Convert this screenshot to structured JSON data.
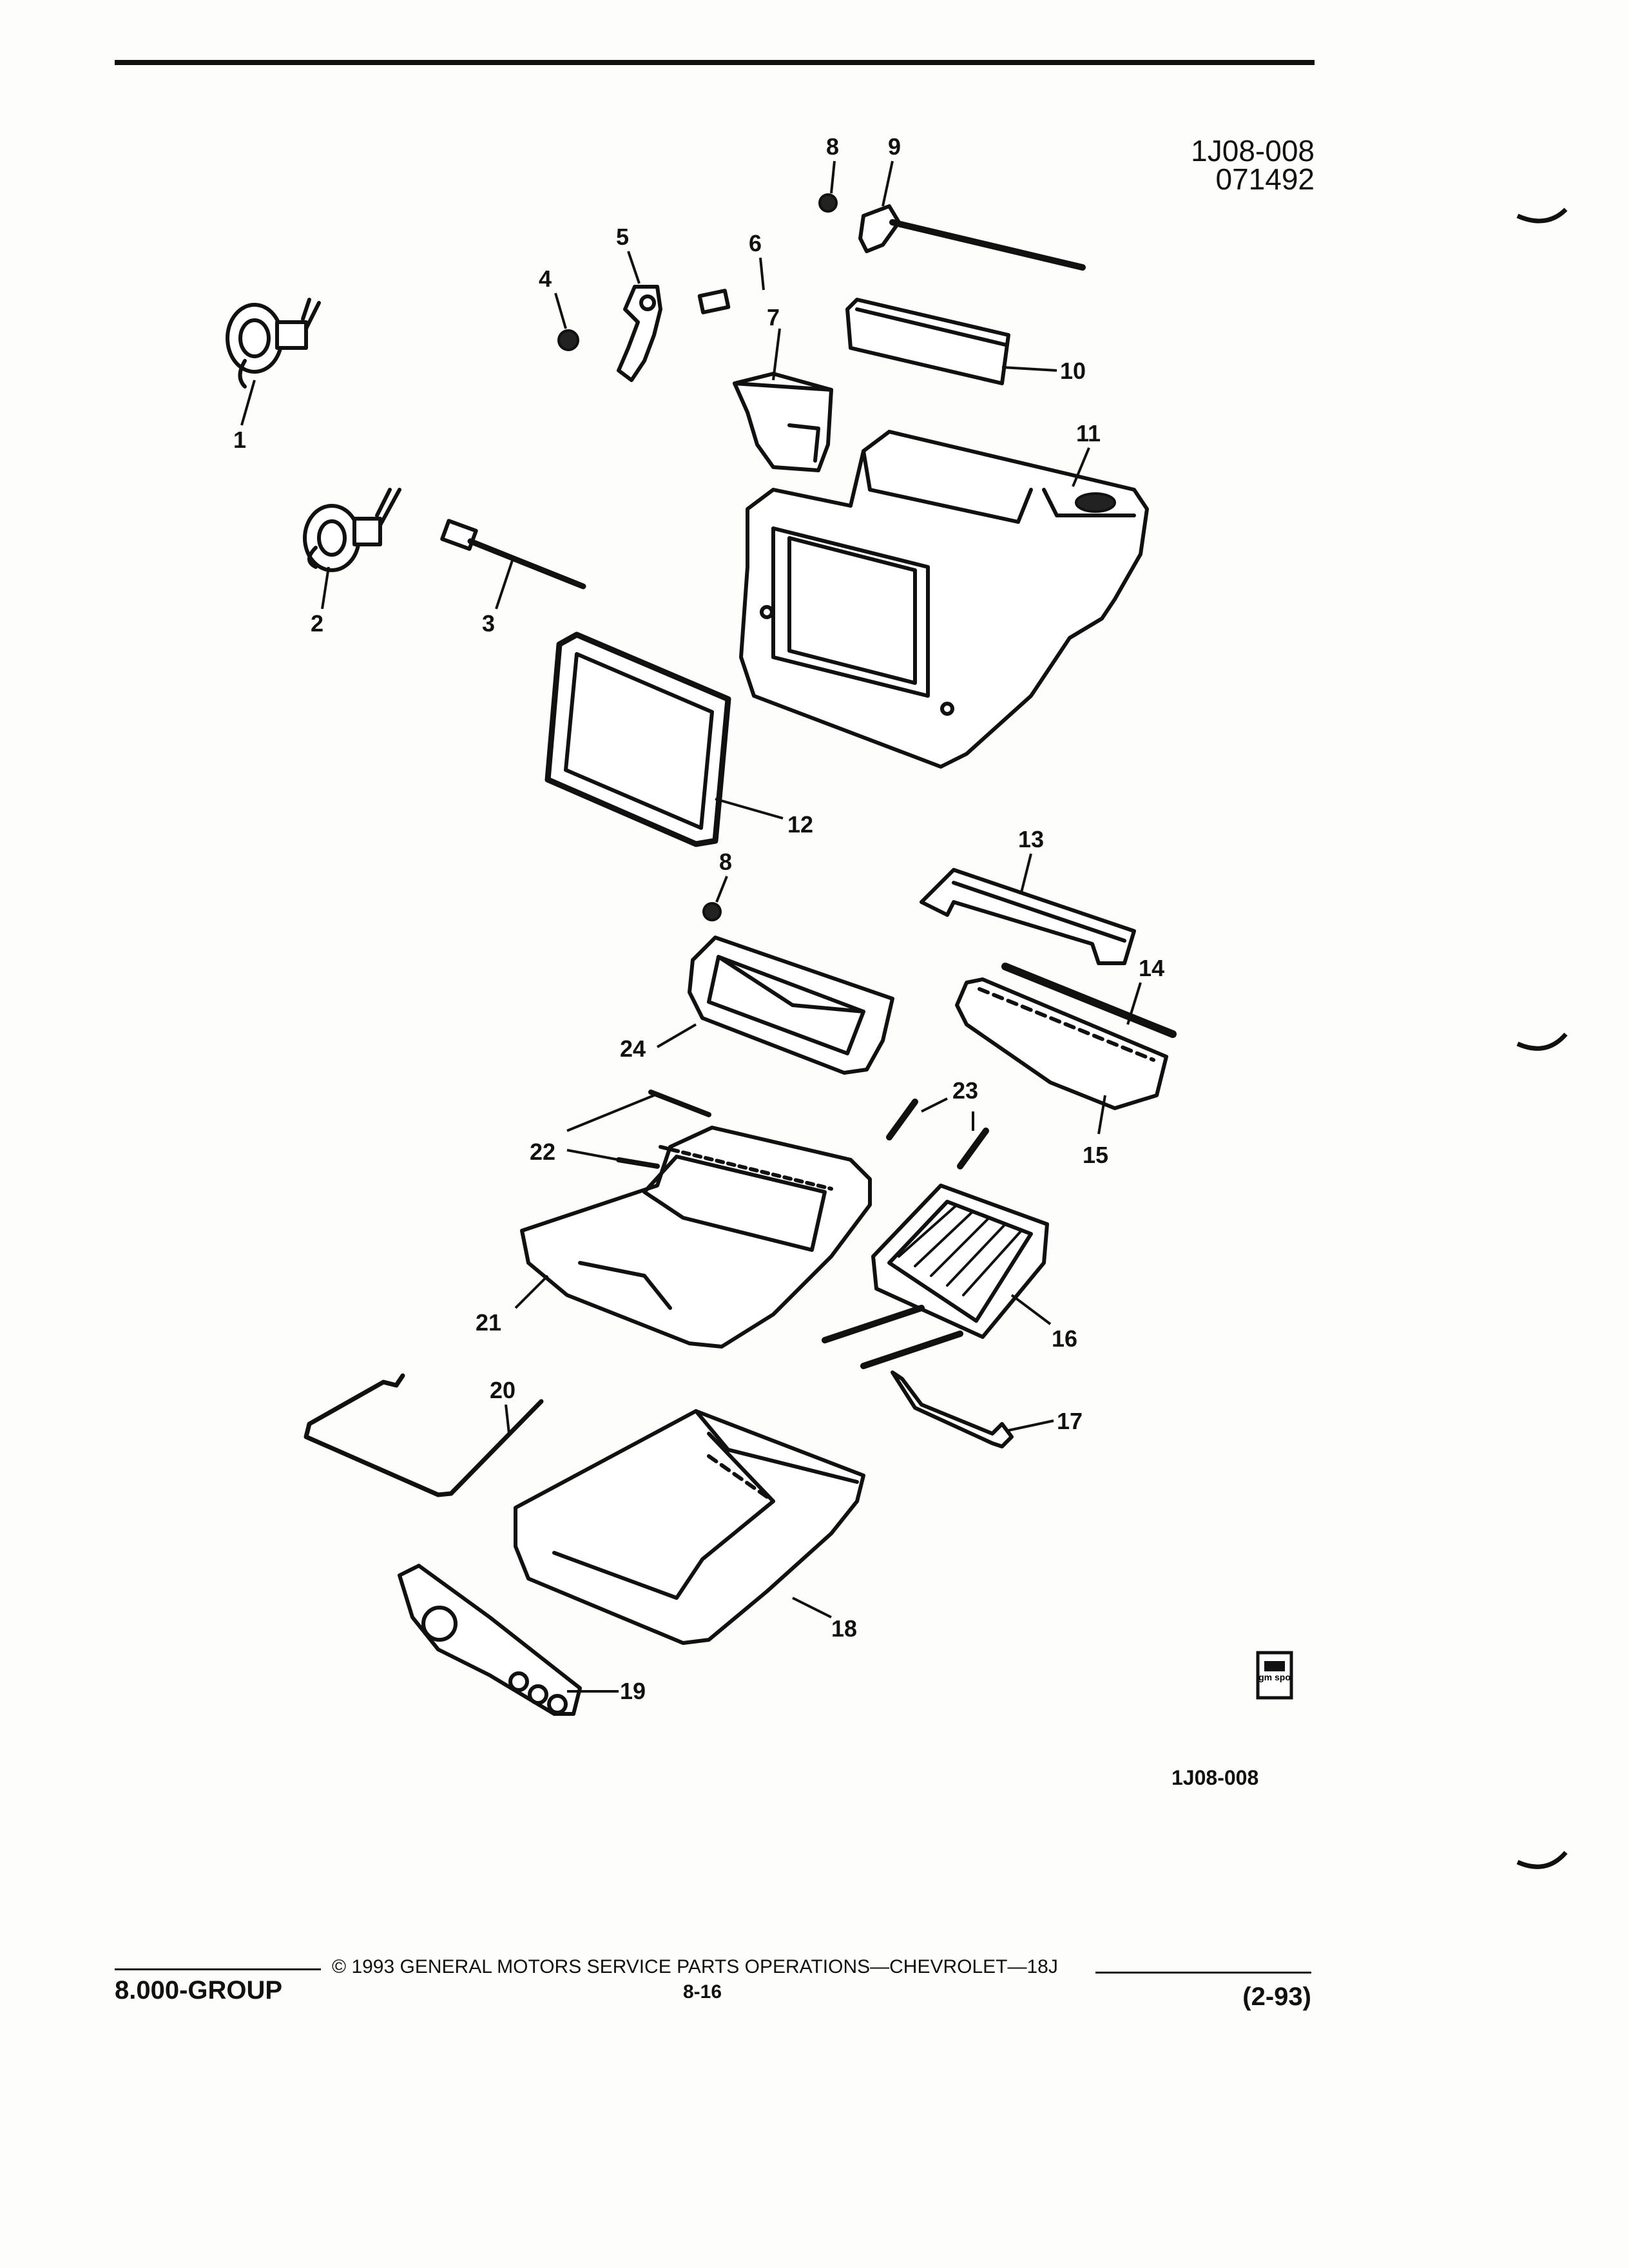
{
  "header": {
    "code": "1J08-008",
    "date": "071492"
  },
  "callouts": {
    "p1": "1",
    "p2": "2",
    "p3": "3",
    "p4": "4",
    "p5": "5",
    "p6": "6",
    "p7": "7",
    "p8a": "8",
    "p8b": "8",
    "p9": "9",
    "p10": "10",
    "p11": "11",
    "p12": "12",
    "p13": "13",
    "p14": "14",
    "p15": "15",
    "p16": "16",
    "p17": "17",
    "p18": "18",
    "p19": "19",
    "p20": "20",
    "p21": "21",
    "p22": "22",
    "p23": "23",
    "p24": "24"
  },
  "logo": {
    "text": "gm spo"
  },
  "figure_id": "1J08-008",
  "footer": {
    "copyright": "© 1993 GENERAL MOTORS SERVICE PARTS OPERATIONS—CHEVROLET—18J",
    "group": "8.000-GROUP",
    "page": "8-16",
    "revision": "(2-93)"
  }
}
